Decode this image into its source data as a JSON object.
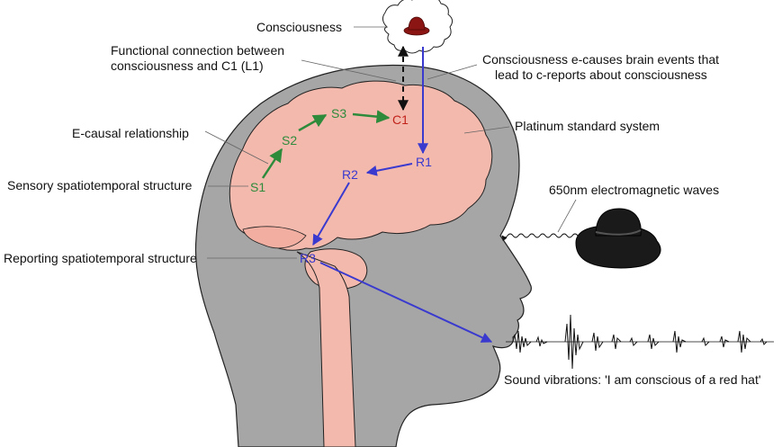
{
  "labels": {
    "consciousness": "Consciousness",
    "functional_connection_line1": "Functional connection between",
    "functional_connection_line2": "consciousness and C1 (L1)",
    "ecauses_line1": "Consciousness e-causes brain events that",
    "ecauses_line2": "lead to c-reports about consciousness",
    "ecausal_relationship": "E-causal relationship",
    "platinum_standard": "Platinum standard system",
    "sensory_structure": "Sensory spatiotemporal structure",
    "em_waves": "650nm electromagnetic waves",
    "reporting_structure": "Reporting spatiotemporal structure",
    "sound_vibrations": "Sound vibrations: 'I am conscious of a red hat'"
  },
  "nodes": {
    "S1": "S1",
    "S2": "S2",
    "S3": "S3",
    "C1": "C1",
    "R1": "R1",
    "R2": "R2",
    "R3": "R3"
  },
  "colors": {
    "head": "#a6a6a6",
    "brain": "#f4b9ad",
    "sensory": "#2e8b3c",
    "reporting": "#3a3acf",
    "consciousness_node": "#c0221a",
    "red_hat": "#8b1513",
    "black_hat": "#1a1a1a"
  },
  "icons": {
    "thought_cloud": "thought-cloud-icon",
    "red_hat": "red-hat-icon",
    "black_hat": "black-hat-icon",
    "sound_wave": "sound-waveform-icon"
  }
}
